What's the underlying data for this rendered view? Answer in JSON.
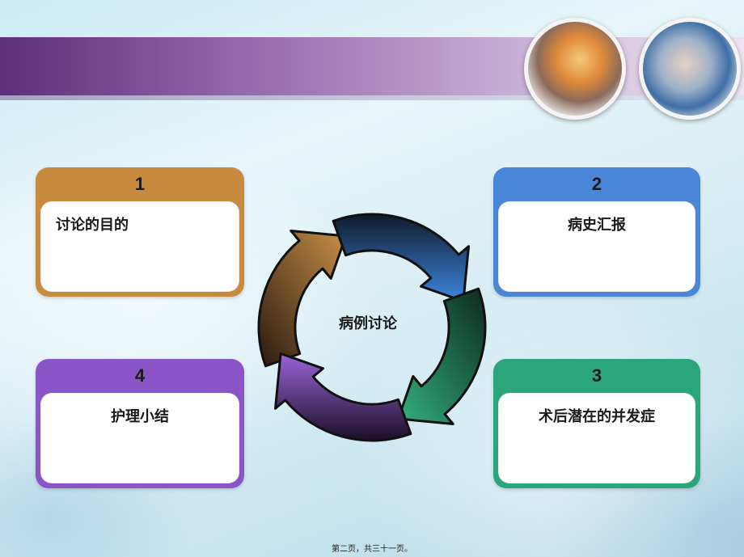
{
  "center": {
    "label": "病例讨论"
  },
  "boxes": [
    {
      "number": "1",
      "label": "讨论的目的",
      "color": "#c88a3e"
    },
    {
      "number": "2",
      "label": "病史汇报",
      "color": "#4a86d8"
    },
    {
      "number": "3",
      "label": "术后潜在的并发症",
      "color": "#2ba57c"
    },
    {
      "number": "4",
      "label": "护理小结",
      "color": "#8a55c6"
    }
  ],
  "arrow_colors": [
    "#8a5a2a",
    "#2a5fb0",
    "#2a9a6a",
    "#6a3a9a"
  ],
  "footer": {
    "text": "第二页，共三十一页。"
  }
}
